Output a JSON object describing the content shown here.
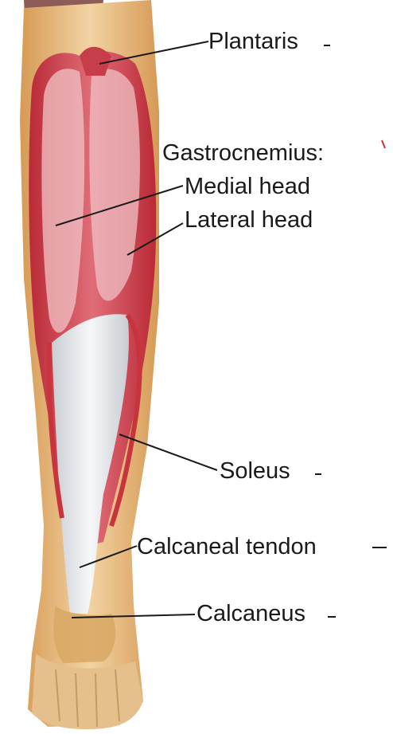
{
  "labels": {
    "plantaris": "Plantaris",
    "gastrocnemius": "Gastrocnemius:",
    "medial_head": "Medial head",
    "lateral_head": "Lateral head",
    "soleus": "Soleus",
    "calcaneal_tendon": "Calcaneal tendon",
    "calcaneus": "Calcaneus"
  },
  "colors": {
    "muscle_red": "#c8343e",
    "muscle_pink": "#e9a3a8",
    "tendon_white": "#eef0f2",
    "skin_tan": "#e2b97e",
    "bone_tan": "#d9a866",
    "leader_line": "#1a1a1a",
    "upper_shadow": "#7a3f3a"
  }
}
